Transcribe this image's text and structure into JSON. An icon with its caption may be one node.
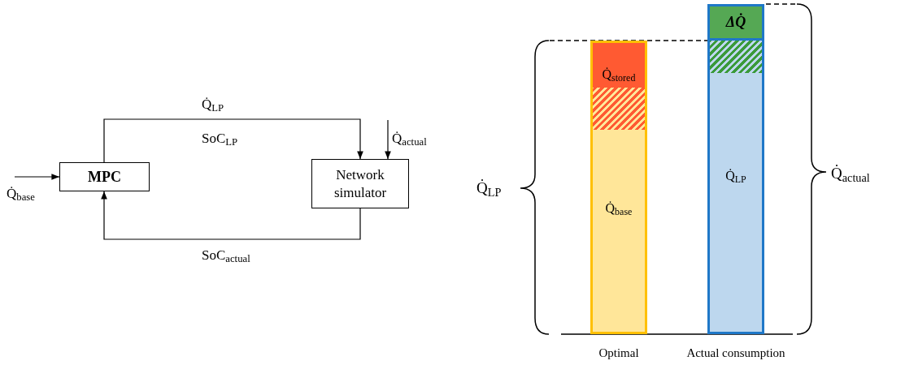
{
  "diagram": {
    "nodes": [
      {
        "text": [
          "MPC"
        ]
      },
      {
        "text": [
          "Network simulator"
        ]
      },
      {
        "text": [],
        "shape": "bar",
        "beside": [
          "Optimal"
        ]
      },
      {
        "text": [
          "Q̇$_{stored}$"
        ],
        "in": 2
      },
      {
        "text": [],
        "shape": "box",
        "in": 2
      },
      {
        "text": [
          "Q̇$_{base}$"
        ],
        "in": 2
      },
      {
        "text": [],
        "shape": "bar",
        "beside": [
          "Actual consumption"
        ]
      },
      {
        "text": [
          "ΔQ̇"
        ],
        "in": 6
      },
      {
        "text": [],
        "shape": "box",
        "in": 6
      },
      {
        "text": [
          "Q̇$_{LP}$"
        ],
        "in": 6
      }
    ],
    "edges": [
      {
        "from": null,
        "to": 0,
        "arrow": "to",
        "label": "Q̇$_{base}$"
      },
      {
        "from": 0,
        "to": 1,
        "arrow": "to",
        "label": "Q̇$_{LP}$"
      },
      {
        "from": null,
        "to": 1,
        "arrow": "to",
        "label": "Q̇$_{actual}$"
      },
      {
        "from": 1,
        "to": 0,
        "arrow": "to",
        "label": "SoC$_{actual}$"
      }
    ],
    "labels": [
      "SoC$_{LP}$",
      "Q̇$_{LP}$",
      "Q̇$_{actual}$"
    ]
  }
}
